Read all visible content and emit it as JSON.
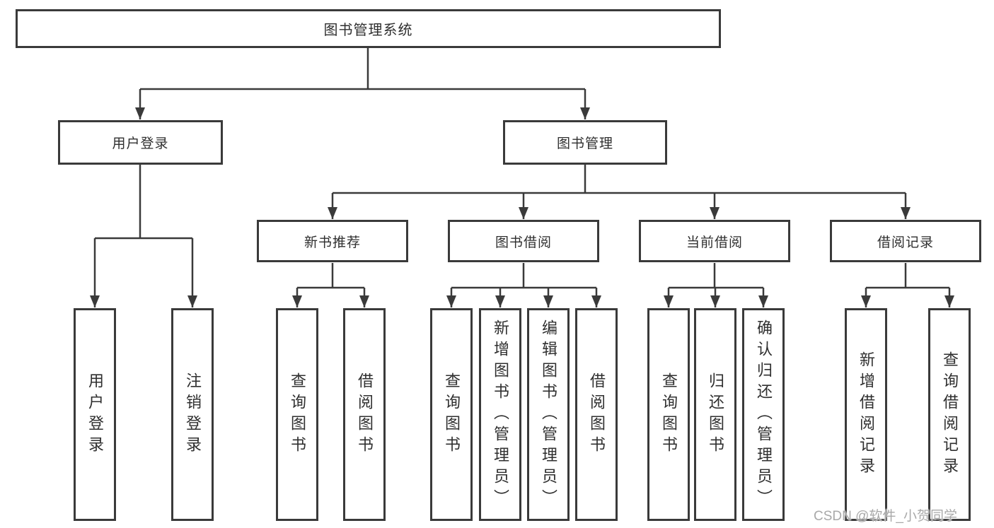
{
  "root": {
    "label": "图书管理系统"
  },
  "level2": [
    {
      "label": "用户登录"
    },
    {
      "label": "图书管理"
    }
  ],
  "level3": [
    {
      "label": "新书推荐",
      "parent": "图书管理"
    },
    {
      "label": "图书借阅",
      "parent": "图书管理"
    },
    {
      "label": "当前借阅",
      "parent": "图书管理"
    },
    {
      "label": "借阅记录",
      "parent": "图书管理"
    }
  ],
  "leaves": [
    {
      "label": "用户登录",
      "parent": "用户登录"
    },
    {
      "label": "注销登录",
      "parent": "用户登录"
    },
    {
      "label": "查询图书",
      "parent": "新书推荐"
    },
    {
      "label": "借阅图书",
      "parent": "新书推荐"
    },
    {
      "label": "查询图书",
      "parent": "图书借阅"
    },
    {
      "label": "新增图书（管理员）",
      "parent": "图书借阅"
    },
    {
      "label": "编辑图书（管理员）",
      "parent": "图书借阅"
    },
    {
      "label": "借阅图书",
      "parent": "图书借阅"
    },
    {
      "label": "查询图书",
      "parent": "当前借阅"
    },
    {
      "label": "归还图书",
      "parent": "当前借阅"
    },
    {
      "label": "确认归还（管理员）",
      "parent": "当前借阅"
    },
    {
      "label": "新增借阅记录",
      "parent": "借阅记录"
    },
    {
      "label": "查询借阅记录",
      "parent": "借阅记录"
    }
  ],
  "watermark": "CSDN @软件_小贺同学",
  "colors": {
    "line": "#3a3a3a",
    "text": "#2f2f2f",
    "background": "#ffffff",
    "watermark": "#a9a9a9"
  }
}
